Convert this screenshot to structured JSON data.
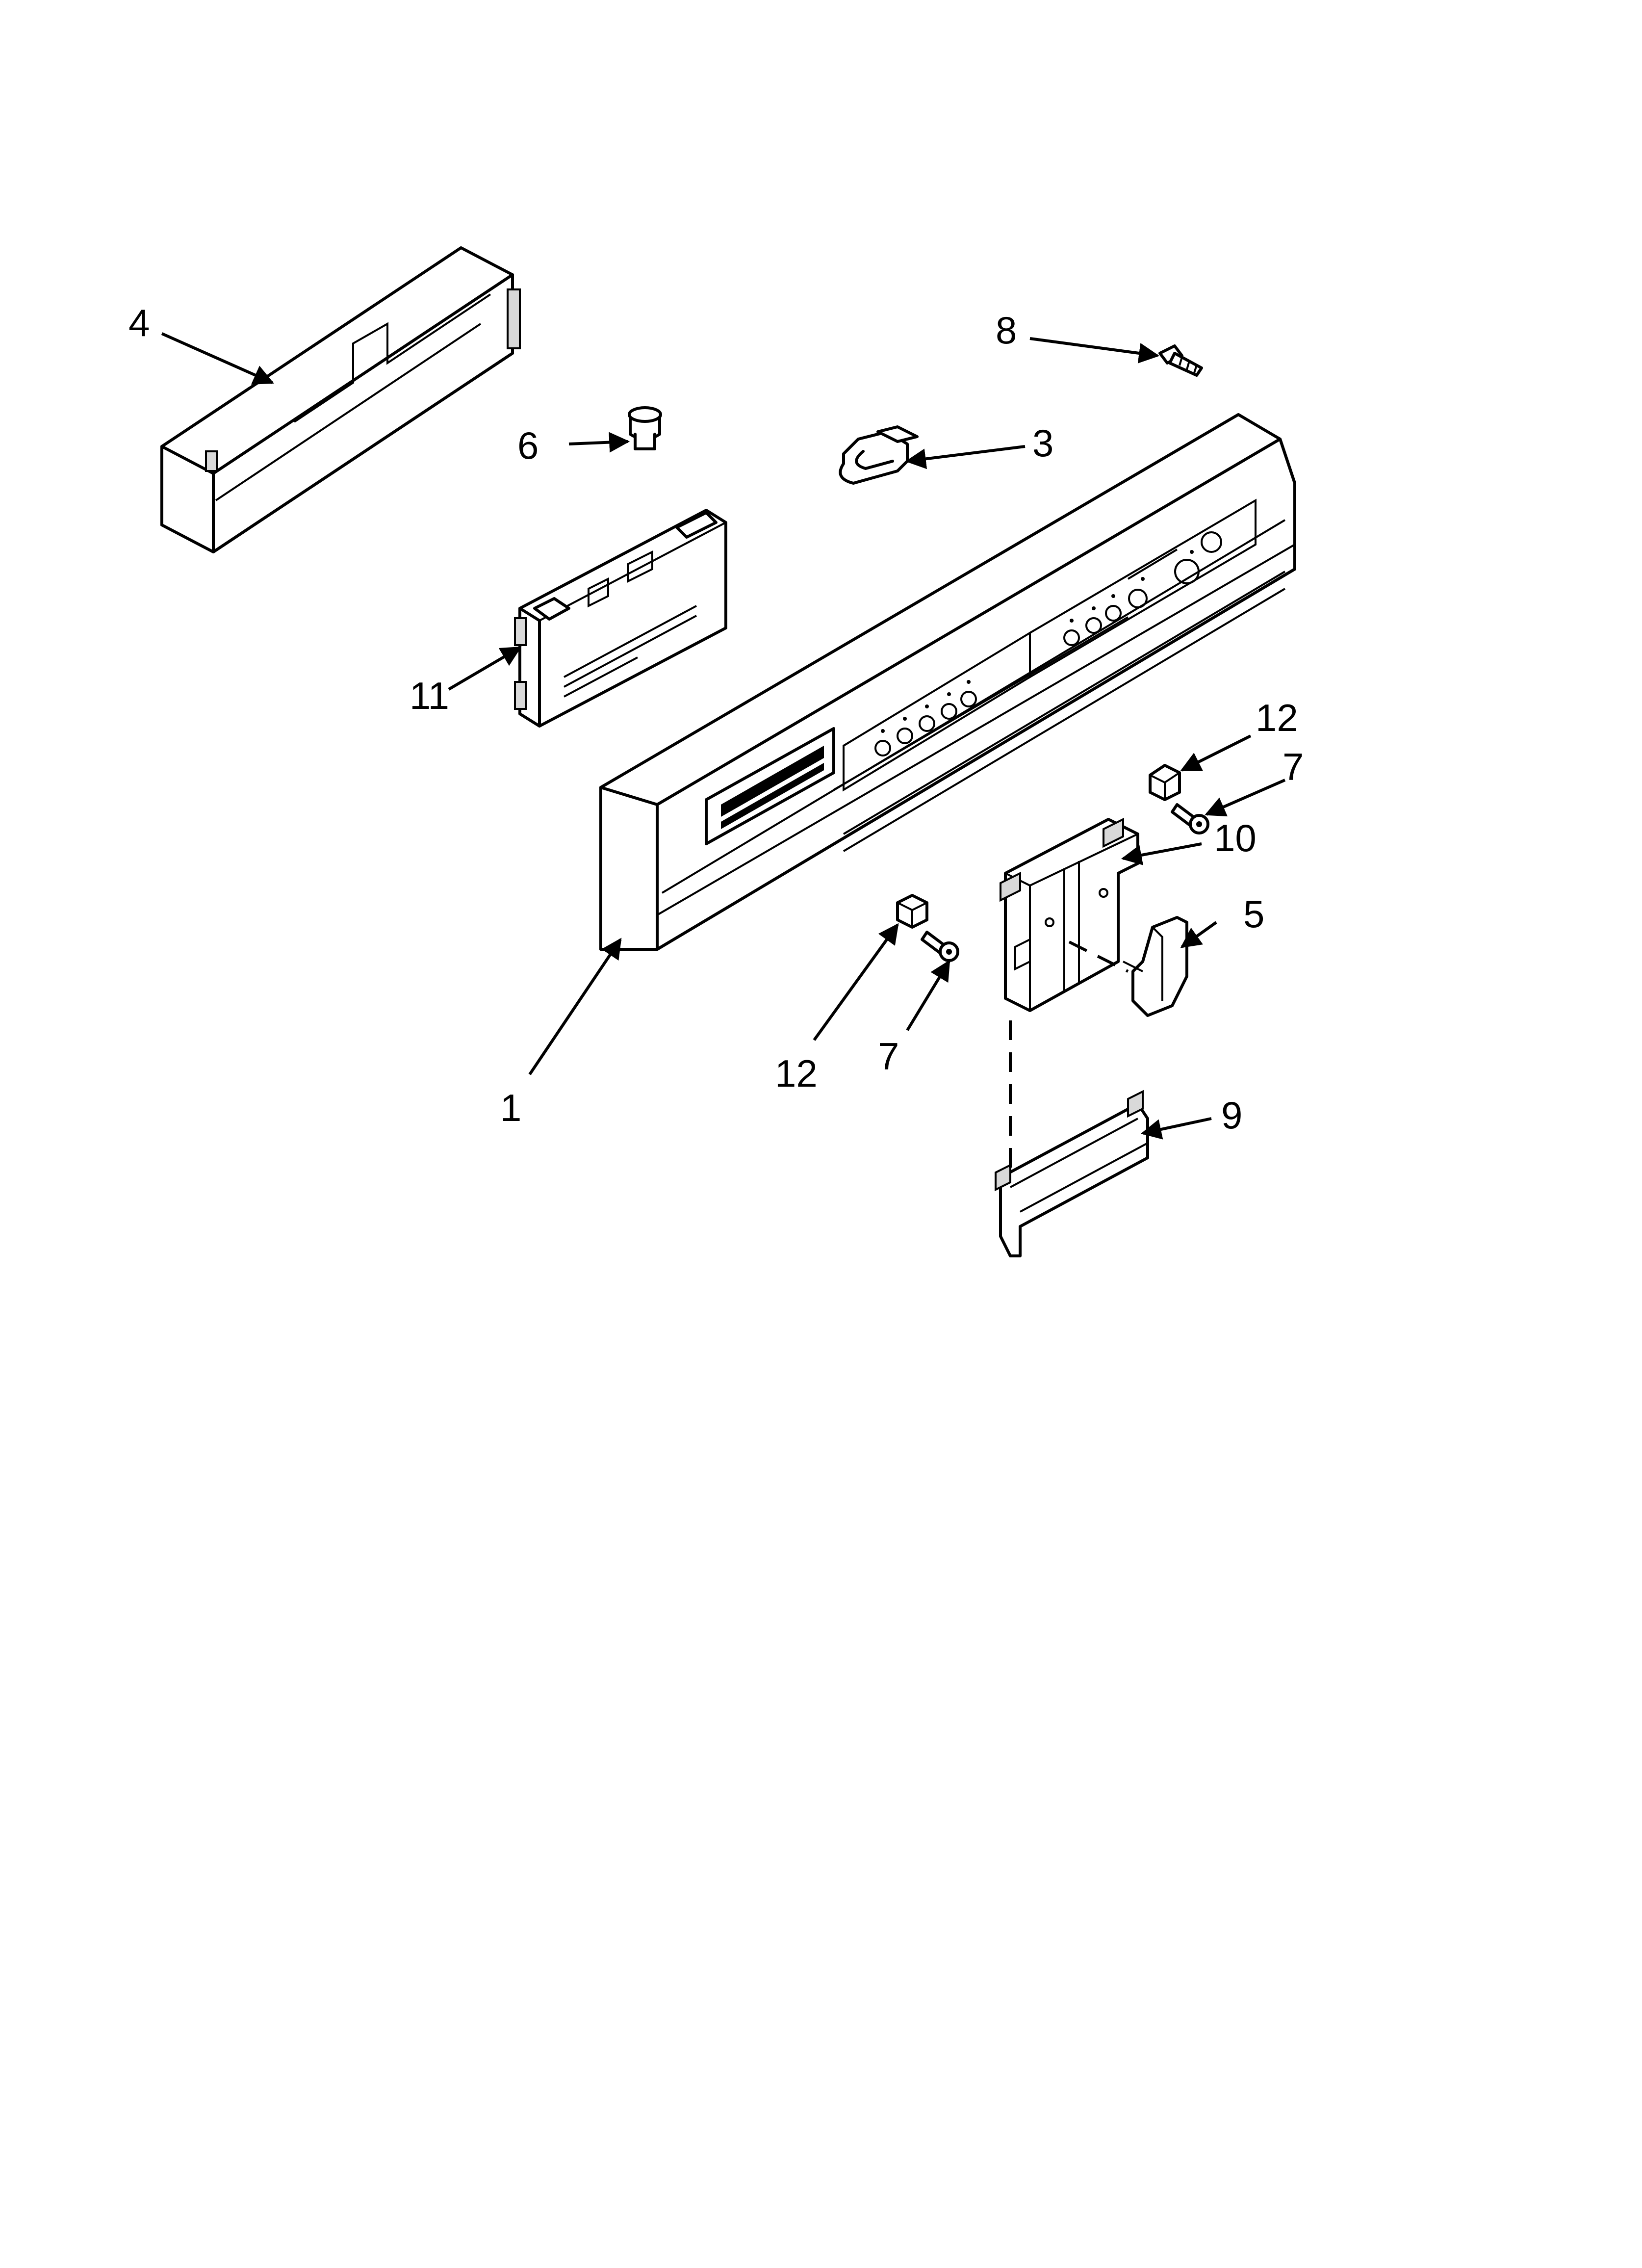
{
  "diagram": {
    "callouts": [
      {
        "id": "c4",
        "label": "4"
      },
      {
        "id": "c6",
        "label": "6"
      },
      {
        "id": "c11",
        "label": "11"
      },
      {
        "id": "c8",
        "label": "8"
      },
      {
        "id": "c3",
        "label": "3"
      },
      {
        "id": "c12a",
        "label": "12"
      },
      {
        "id": "c7a",
        "label": "7"
      },
      {
        "id": "c10",
        "label": "10"
      },
      {
        "id": "c5",
        "label": "5"
      },
      {
        "id": "c12b",
        "label": "12"
      },
      {
        "id": "c7b",
        "label": "7"
      },
      {
        "id": "c1",
        "label": "1"
      },
      {
        "id": "c9",
        "label": "9"
      }
    ]
  },
  "colors": {
    "line": "#000000",
    "background": "#ffffff",
    "shade": "#d9d9d9"
  }
}
